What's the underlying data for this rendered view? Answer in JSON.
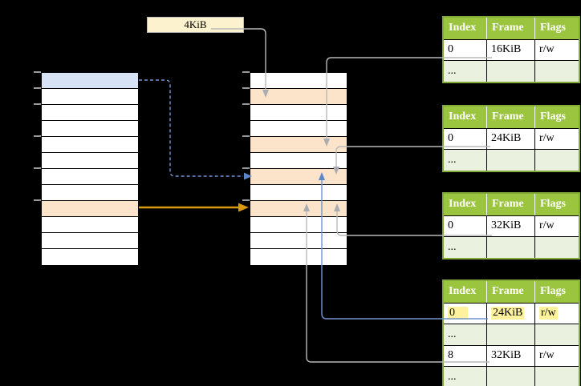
{
  "page_size_label": "4KiB",
  "colors": {
    "background": "#000000",
    "table_header_green": "#9bc43f",
    "table_border_green": "#82ac37",
    "table_row_light_green": "#ebf1df",
    "memory_row_orange": "#fce4ca",
    "memory_row_blue": "#d7e3f5",
    "highlight_yellow": "#fff29d",
    "label_fill_cream": "#fdf2ce",
    "connector_gray": "#b9b9b9",
    "connector_blue": "#7294d3",
    "connector_orange": "#d89b12",
    "tick_gray": "#9a9a9a"
  },
  "memory_columns": {
    "left": {
      "rows": 12,
      "highlights": {
        "0": "blue",
        "8": "orange"
      }
    },
    "middle": {
      "rows": 12,
      "highlights": {
        "1": "orange",
        "4": "orange",
        "6": "orange",
        "8": "orange"
      }
    }
  },
  "frame_tables": [
    {
      "headers": [
        "Index",
        "Frame",
        "Flags"
      ],
      "rows": [
        {
          "index": "0",
          "frame": "16KiB",
          "flags": "r/w"
        },
        {
          "index": "...",
          "frame": "",
          "flags": ""
        }
      ]
    },
    {
      "headers": [
        "Index",
        "Frame",
        "Flags"
      ],
      "rows": [
        {
          "index": "0",
          "frame": "24KiB",
          "flags": "r/w"
        },
        {
          "index": "...",
          "frame": "",
          "flags": ""
        }
      ]
    },
    {
      "headers": [
        "Index",
        "Frame",
        "Flags"
      ],
      "rows": [
        {
          "index": "0",
          "frame": "32KiB",
          "flags": "r/w"
        },
        {
          "index": "...",
          "frame": "",
          "flags": ""
        }
      ]
    },
    {
      "headers": [
        "Index",
        "Frame",
        "Flags"
      ],
      "rows": [
        {
          "index": "0",
          "frame": "24KiB",
          "flags": "r/w",
          "highlight": true
        },
        {
          "index": "...",
          "frame": "",
          "flags": ""
        },
        {
          "index": "8",
          "frame": "32KiB",
          "flags": "r/w"
        },
        {
          "index": "...",
          "frame": "",
          "flags": ""
        }
      ]
    }
  ]
}
